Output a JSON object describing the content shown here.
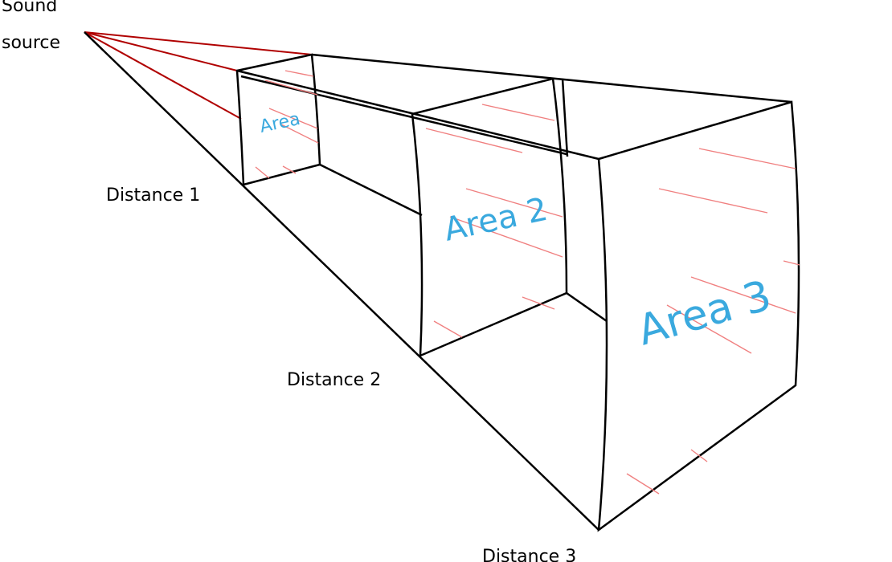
{
  "labels": {
    "sound": "Sound",
    "source": "source",
    "distance1": "Distance 1",
    "distance2": "Distance 2",
    "distance3": "Distance 3",
    "area1": "Area",
    "area2": "Area 2",
    "area3": "Area 3"
  },
  "colors": {
    "area_text": "#3aa9de",
    "rays": "#b00000",
    "hatch": "#f08080",
    "edges": "#000000"
  }
}
